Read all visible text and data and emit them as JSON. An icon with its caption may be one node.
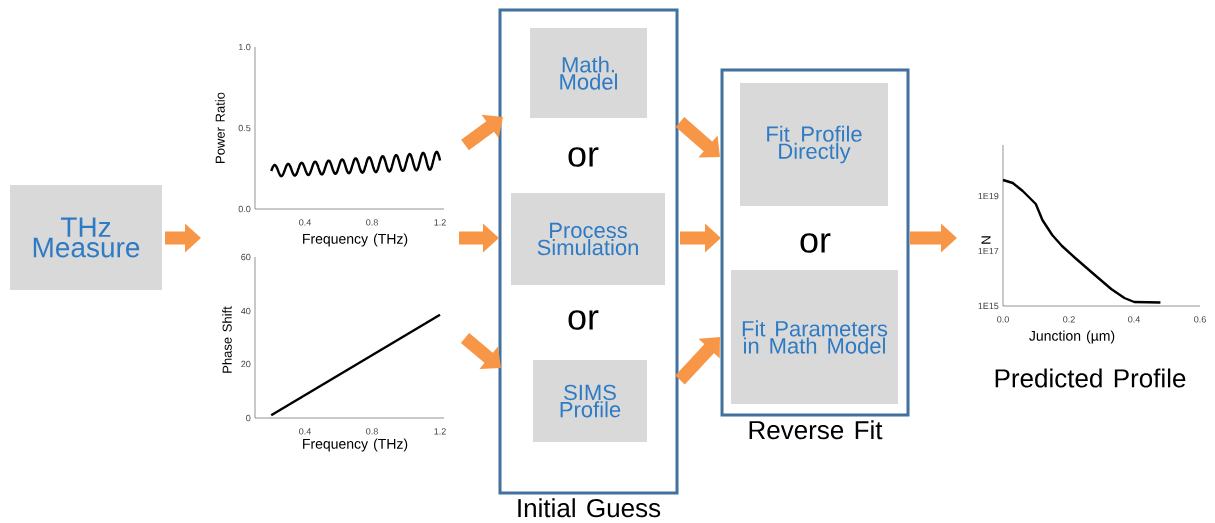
{
  "diagram": {
    "nodes": [
      {
        "text": [
          "THz Measure"
        ]
      },
      {
        "text": [
          "Power Ratio",
          "Frequency (THz)"
        ]
      },
      {
        "text": [
          "Phase Shift",
          "Frequency (THz)"
        ]
      },
      {
        "text": [
          "Initial Guess"
        ]
      },
      {
        "text": [
          "Math. Model"
        ],
        "in": 3
      },
      {
        "text": [
          "Process Simulation"
        ],
        "in": 3
      },
      {
        "text": [
          "SIMS Profile"
        ],
        "in": 3
      },
      {
        "text": [
          "Reverse Fit"
        ]
      },
      {
        "text": [
          "Fit Profile Directly"
        ],
        "in": 7
      },
      {
        "text": [
          "Fit Parameters in Math Model"
        ],
        "in": 7
      },
      {
        "text": [
          "N",
          "Junction (µm)"
        ],
        "beside": [
          "Predicted Profile"
        ]
      }
    ],
    "edges": [
      {
        "from": 0,
        "to": null,
        "arrow": "to"
      },
      {
        "from": 1,
        "to": 3,
        "arrow": "to"
      },
      {
        "from": null,
        "to": 3,
        "arrow": "to"
      },
      {
        "from": 2,
        "to": 3,
        "arrow": "to"
      },
      {
        "from": 3,
        "to": 7,
        "arrow": "to"
      },
      {
        "from": 3,
        "to": 7,
        "arrow": "to"
      },
      {
        "from": 3,
        "to": 7,
        "arrow": "to"
      },
      {
        "from": 7,
        "to": 10,
        "arrow": "to"
      }
    ],
    "labels": [
      "1.0",
      "0.5",
      "0.0",
      "0.4",
      "0.8",
      "1.2",
      "60",
      "40",
      "20",
      "0",
      "0.4",
      "0.8",
      "1.2",
      "or",
      "or",
      "or",
      "1E19",
      "1E17",
      "1E15",
      "0.0",
      "0.2",
      "0.4",
      "0.6"
    ]
  }
}
